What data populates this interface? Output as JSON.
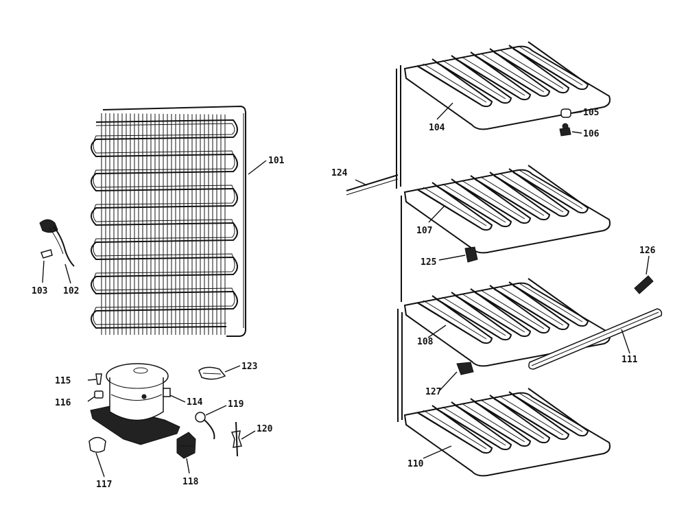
{
  "diagram": {
    "labels": {
      "p101": "101",
      "p102": "102",
      "p103": "103",
      "p104": "104",
      "p105": "105",
      "p106": "106",
      "p107": "107",
      "p108": "108",
      "p110": "110",
      "p111": "111",
      "p114": "114",
      "p115": "115",
      "p116": "116",
      "p117": "117",
      "p118": "118",
      "p119": "119",
      "p120": "120",
      "p123": "123",
      "p124": "124",
      "p125": "125",
      "p126": "126",
      "p127": "127"
    }
  }
}
